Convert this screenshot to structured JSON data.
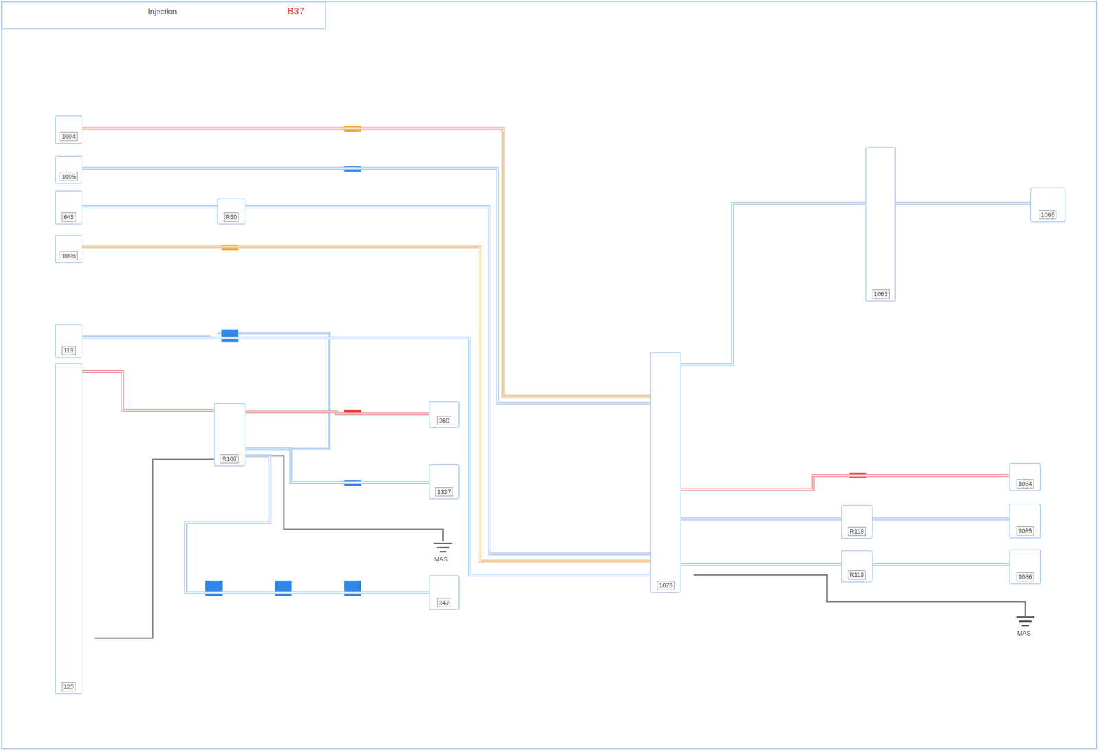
{
  "diagram": {
    "title": "Injection",
    "nodes": [
      {
        "text": [
          "1094"
        ]
      },
      {
        "text": [
          "1095"
        ]
      },
      {
        "text": [
          "645"
        ]
      },
      {
        "text": [
          "1096"
        ]
      },
      {
        "text": [
          "119"
        ]
      },
      {
        "text": [
          "120"
        ]
      },
      {
        "text": [
          "R107"
        ]
      },
      {
        "text": [
          "260"
        ]
      },
      {
        "text": [
          "1337"
        ]
      },
      {
        "text": [
          "247"
        ]
      },
      {
        "text": [
          "1076"
        ]
      },
      {
        "text": [
          "1065"
        ]
      },
      {
        "text": [
          "1066"
        ]
      },
      {
        "text": [
          "1084"
        ]
      },
      {
        "text": [
          "1085"
        ]
      },
      {
        "text": [
          "1086"
        ]
      },
      {
        "text": [
          "R50"
        ]
      },
      {
        "text": [
          "R118"
        ]
      },
      {
        "text": [
          "R119"
        ]
      }
    ],
    "edges": [
      {
        "from": 0,
        "to": 10,
        "arrow": "none"
      },
      {
        "from": 1,
        "to": 10,
        "arrow": "none"
      },
      {
        "from": 2,
        "to": 16,
        "arrow": "none"
      },
      {
        "from": 16,
        "to": 10,
        "arrow": "none"
      },
      {
        "from": 3,
        "to": 10,
        "arrow": "none"
      },
      {
        "from": 4,
        "to": 10,
        "arrow": "none"
      },
      {
        "from": 5,
        "to": 6,
        "arrow": "none"
      },
      {
        "from": 6,
        "to": 7,
        "arrow": "none"
      },
      {
        "from": 6,
        "to": 8,
        "arrow": "none"
      },
      {
        "from": 6,
        "to": 9,
        "arrow": "none"
      },
      {
        "from": 10,
        "to": 11,
        "arrow": "none"
      },
      {
        "from": 11,
        "to": 12,
        "arrow": "none"
      },
      {
        "from": 10,
        "to": 13,
        "arrow": "none"
      },
      {
        "from": 10,
        "to": 17,
        "arrow": "none"
      },
      {
        "from": 17,
        "to": 14,
        "arrow": "none"
      },
      {
        "from": 10,
        "to": 18,
        "arrow": "none"
      },
      {
        "from": 18,
        "to": 15,
        "arrow": "none"
      }
    ],
    "labels": [
      "B37",
      "MAS",
      "MAS"
    ]
  }
}
